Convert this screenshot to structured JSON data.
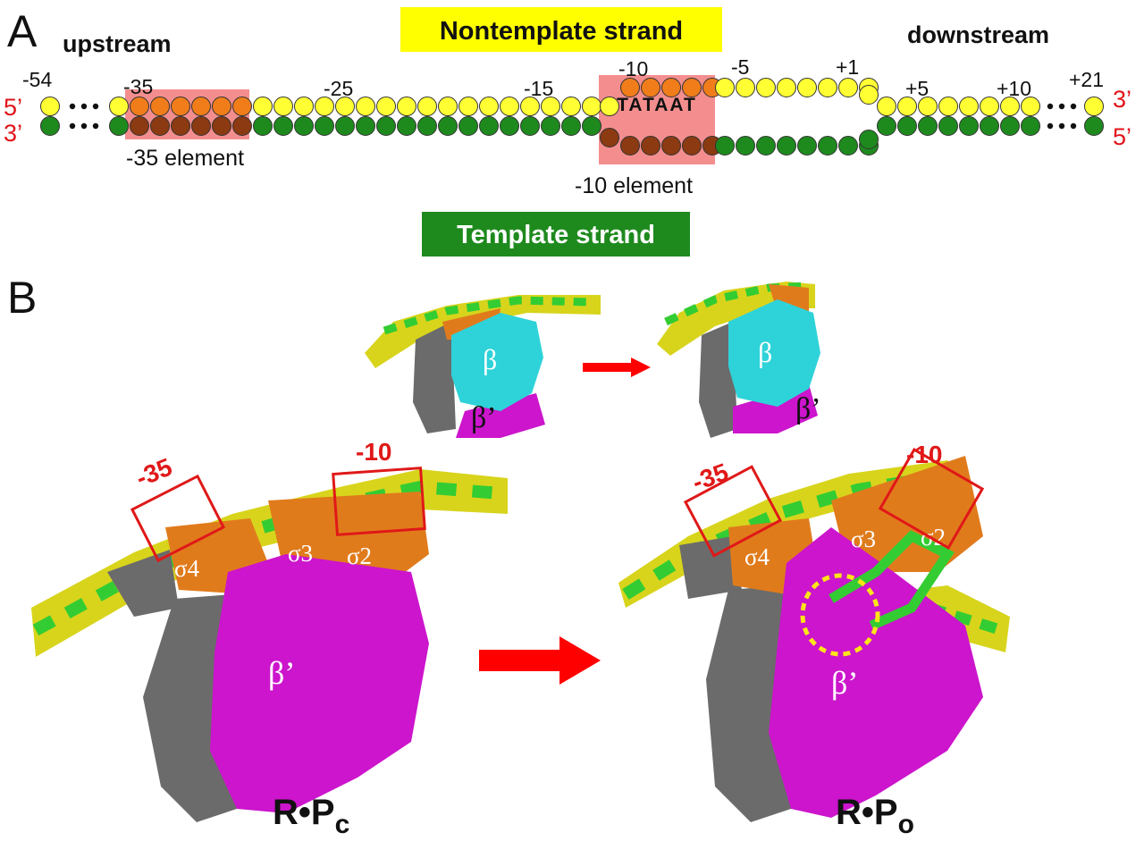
{
  "panel_a": {
    "panel_label": "A",
    "upstream": "upstream",
    "downstream": "downstream",
    "nontemplate_label": "Nontemplate strand",
    "template_label": "Template strand",
    "end_5_top": "5’",
    "end_3_bottom": "3’",
    "end_3_top_right": "3’",
    "end_5_bottom_right": "5’",
    "pos_m54": "-54",
    "pos_m35": "-35",
    "pos_m25": "-25",
    "pos_m15": "-15",
    "pos_m10": "-10",
    "pos_m5": "-5",
    "pos_p1": "+1",
    "pos_p5": "+5",
    "pos_p10": "+10",
    "pos_p21": "+21",
    "tataat": "TATAAT",
    "element_35": "-35 element",
    "element_10": "-10 element",
    "colors": {
      "nontemplate": "#ffff33",
      "template": "#1e8a1e",
      "element_box": "#f27a7a",
      "orange": "#f07d1a",
      "brown": "#8b3a12",
      "end_label": "#e0141a"
    }
  },
  "panel_b": {
    "panel_label": "B",
    "beta": "β",
    "beta_prime": "β’",
    "box_m35": "-35",
    "box_m10": "-10",
    "sigma4": "σ4",
    "sigma3": "σ3",
    "sigma2": "σ2",
    "rpc_main": "R•P",
    "rpc_sub": "c",
    "rpo_main": "R•P",
    "rpo_sub": "o",
    "colors": {
      "beta": "#2ed3d9",
      "beta_prime": "#cc15cc",
      "gray": "#6b6b6b",
      "sigma": "#e07b1c",
      "dna_green": "#33cc33",
      "dna_yellow": "#e6e619",
      "arrow": "#ff0000",
      "box": "#e01818",
      "dotted": "#ffe41a"
    }
  }
}
